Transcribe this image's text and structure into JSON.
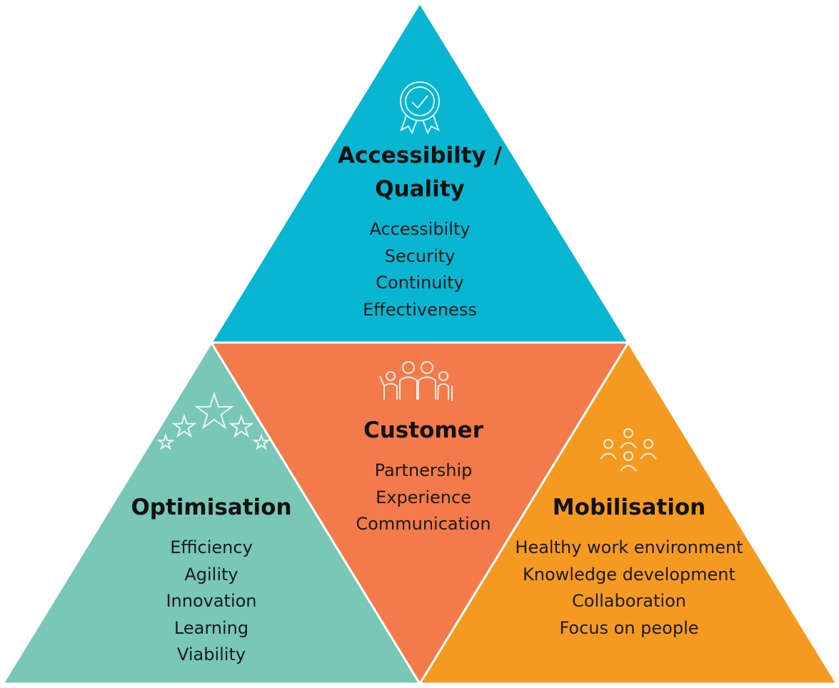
{
  "colors": {
    "top": "#08b6d2",
    "left": "#78c7b7",
    "center": "#f37a4b",
    "right": "#f59a21"
  },
  "sections": {
    "top": {
      "icon": "award-ribbon-icon",
      "title_line1": "Accessibilty /",
      "title_line2": "Quality",
      "items": [
        "Accessibilty",
        "Security",
        "Continuity",
        "Effectiveness"
      ]
    },
    "center": {
      "icon": "family-group-icon",
      "title": "Customer",
      "items": [
        "Partnership",
        "Experience",
        "Communication"
      ]
    },
    "left": {
      "icon": "stars-icon",
      "title": "Optimisation",
      "items": [
        "Efficiency",
        "Agility",
        "Innovation",
        "Learning",
        "Viability"
      ]
    },
    "right": {
      "icon": "team-people-icon",
      "title": "Mobilisation",
      "items": [
        "Healthy work environment",
        "Knowledge development",
        "Collaboration",
        "Focus on people"
      ]
    }
  }
}
